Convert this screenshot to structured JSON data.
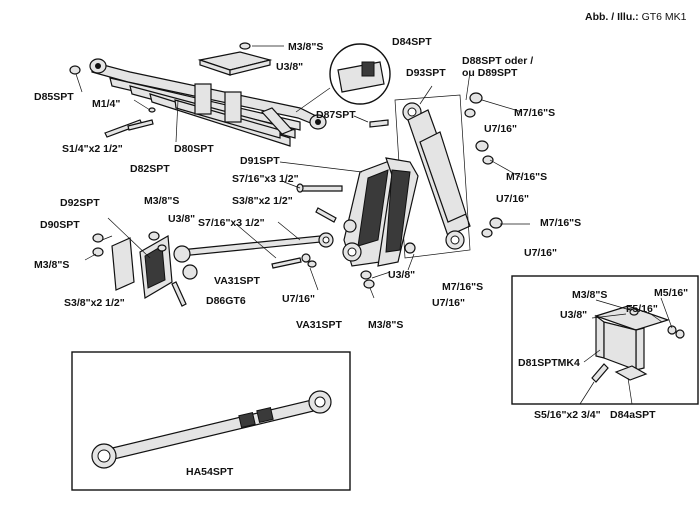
{
  "header": {
    "prefix": "Abb. / Illu.: ",
    "model": "GT6 MK1"
  },
  "labels": {
    "m38s_top": "M3/8\"S",
    "u38_top": "U3/8\"",
    "d84spt": "D84SPT",
    "d85spt": "D85SPT",
    "m14": "M1/4\"",
    "s14x212": "S1/4\"x2 1/2\"",
    "d82spt": "D82SPT",
    "d80spt": "D80SPT",
    "d87spt": "D87SPT",
    "d93spt": "D93SPT",
    "d88_line1": "D88SPT oder /",
    "d88_line2": "ou D89SPT",
    "m716s_1": "M7/16\"S",
    "u716_1": "U7/16\"",
    "m716s_2": "M7/16\"S",
    "u716_2": "U7/16\"",
    "m716s_3": "M7/16\"S",
    "u716_3": "U7/16\"",
    "d91spt": "D91SPT",
    "s716x312": "S7/16\"x3 1/2\"",
    "s38x112": "S3/8\"x2 1/2\"",
    "s716x312_b": "S7/16\"x3 1/2\"",
    "d92spt": "D92SPT",
    "d90spt": "D90SPT",
    "m38s_left": "M3/8\"S",
    "m38s_mid": "M3/8\"S",
    "u38_mid": "U3/8\"",
    "va31spt_1": "VA31SPT",
    "d86gt6": "D86GT6",
    "s38x212": "S3/8\"x2 1/2\"",
    "u716_4": "U7/16\"",
    "va31spt_2": "VA31SPT",
    "u38_low": "U3/8\"",
    "m716s_4": "M7/16\"S",
    "u716_5": "U7/16\"",
    "m38s_low": "M3/8\"S",
    "box2_m38s": "M3/8\"S",
    "box2_u38": "U3/8\"",
    "box2_m516": "M5/16\"",
    "box2_f516": "F5/16\"",
    "box2_d81": "D81SPTMK4",
    "box2_s516": "S5/16\"x2 3/4\"",
    "box2_d84a": "D84aSPT",
    "box1_ha54": "HA54SPT"
  }
}
